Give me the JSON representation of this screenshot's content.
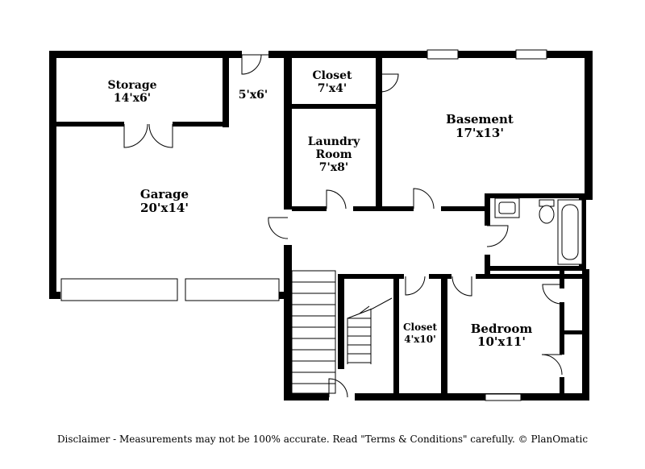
{
  "rooms": {
    "storage": {
      "name": "Storage",
      "size": "14'x6'"
    },
    "entry": {
      "size": "5'x6'"
    },
    "closet_top": {
      "name": "Closet",
      "size": "7'x4'"
    },
    "basement": {
      "name": "Basement",
      "size": "17'x13'"
    },
    "laundry": {
      "name_line1": "Laundry",
      "name_line2": "Room",
      "size": "7'x8'"
    },
    "garage": {
      "name": "Garage",
      "size": "20'x14'"
    },
    "closet_small": {
      "name": "Closet",
      "size": "4'x10'"
    },
    "bedroom": {
      "name": "Bedroom",
      "size": "10'x11'"
    }
  },
  "disclaimer": "Disclaimer - Measurements may not be 100% accurate. Read \"Terms & Conditions\" carefully. © PlanOmatic",
  "colors": {
    "wall": "#000000",
    "background": "#ffffff",
    "fixture_stroke": "#000000"
  }
}
